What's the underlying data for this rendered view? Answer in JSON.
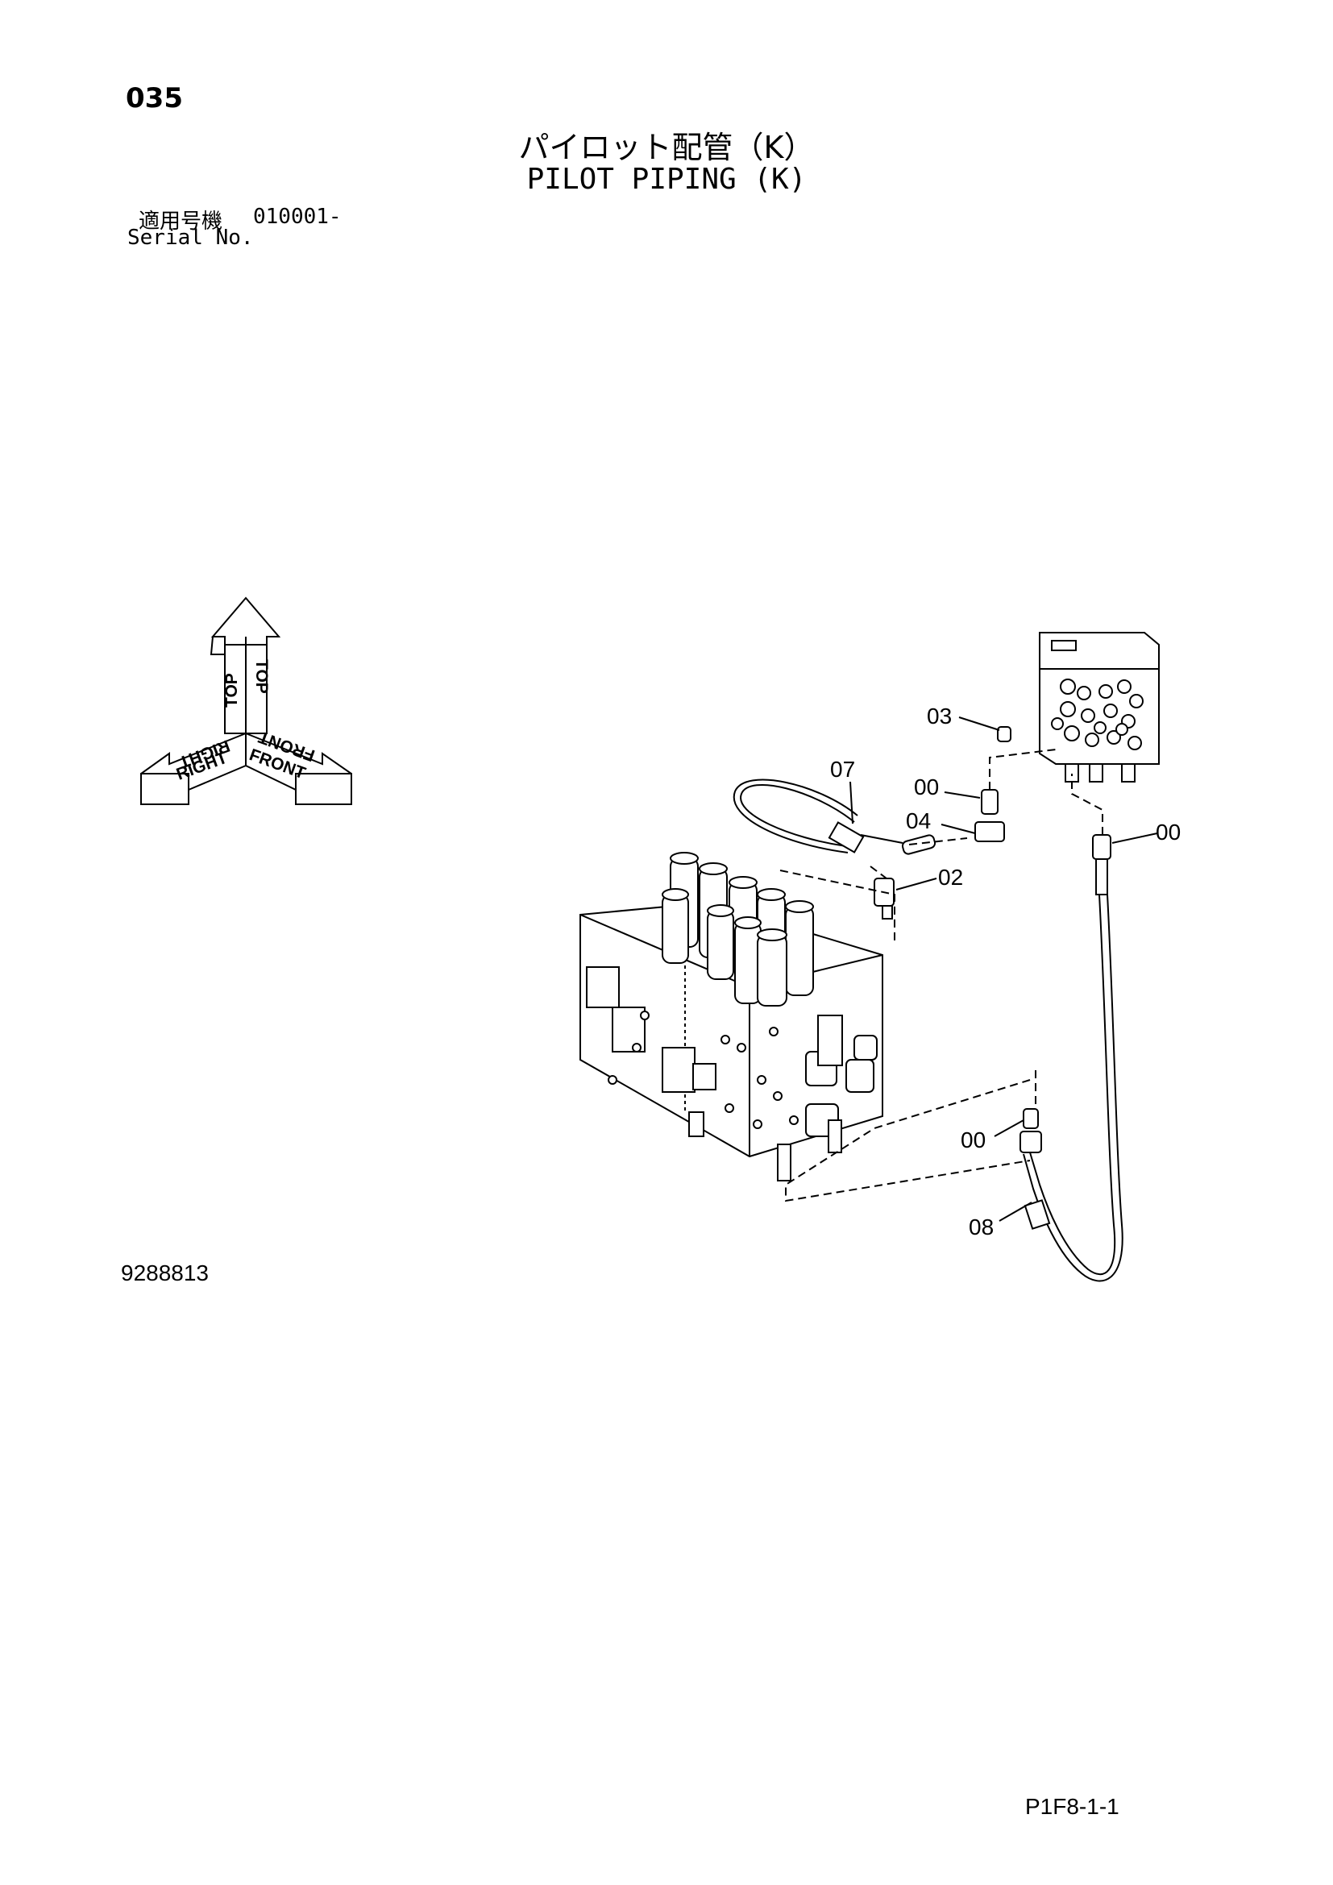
{
  "header": {
    "page_number": "035",
    "title_jp": "パイロット配管（K）",
    "title_en": "PILOT PIPING (K)",
    "serial_label_jp": "適用号機",
    "serial_value": "010001-",
    "serial_label_en": "Serial No."
  },
  "orientation": {
    "top": "TOP",
    "right": "RIGHT",
    "front": "FRONT"
  },
  "callouts": {
    "c03": "03",
    "c07": "07",
    "c00_a": "00",
    "c04": "04",
    "c00_b": "00",
    "c02": "02",
    "c00_c": "00",
    "c08": "08"
  },
  "footer": {
    "drawing_number": "9288813",
    "page_code": "P1F8-1-1"
  }
}
